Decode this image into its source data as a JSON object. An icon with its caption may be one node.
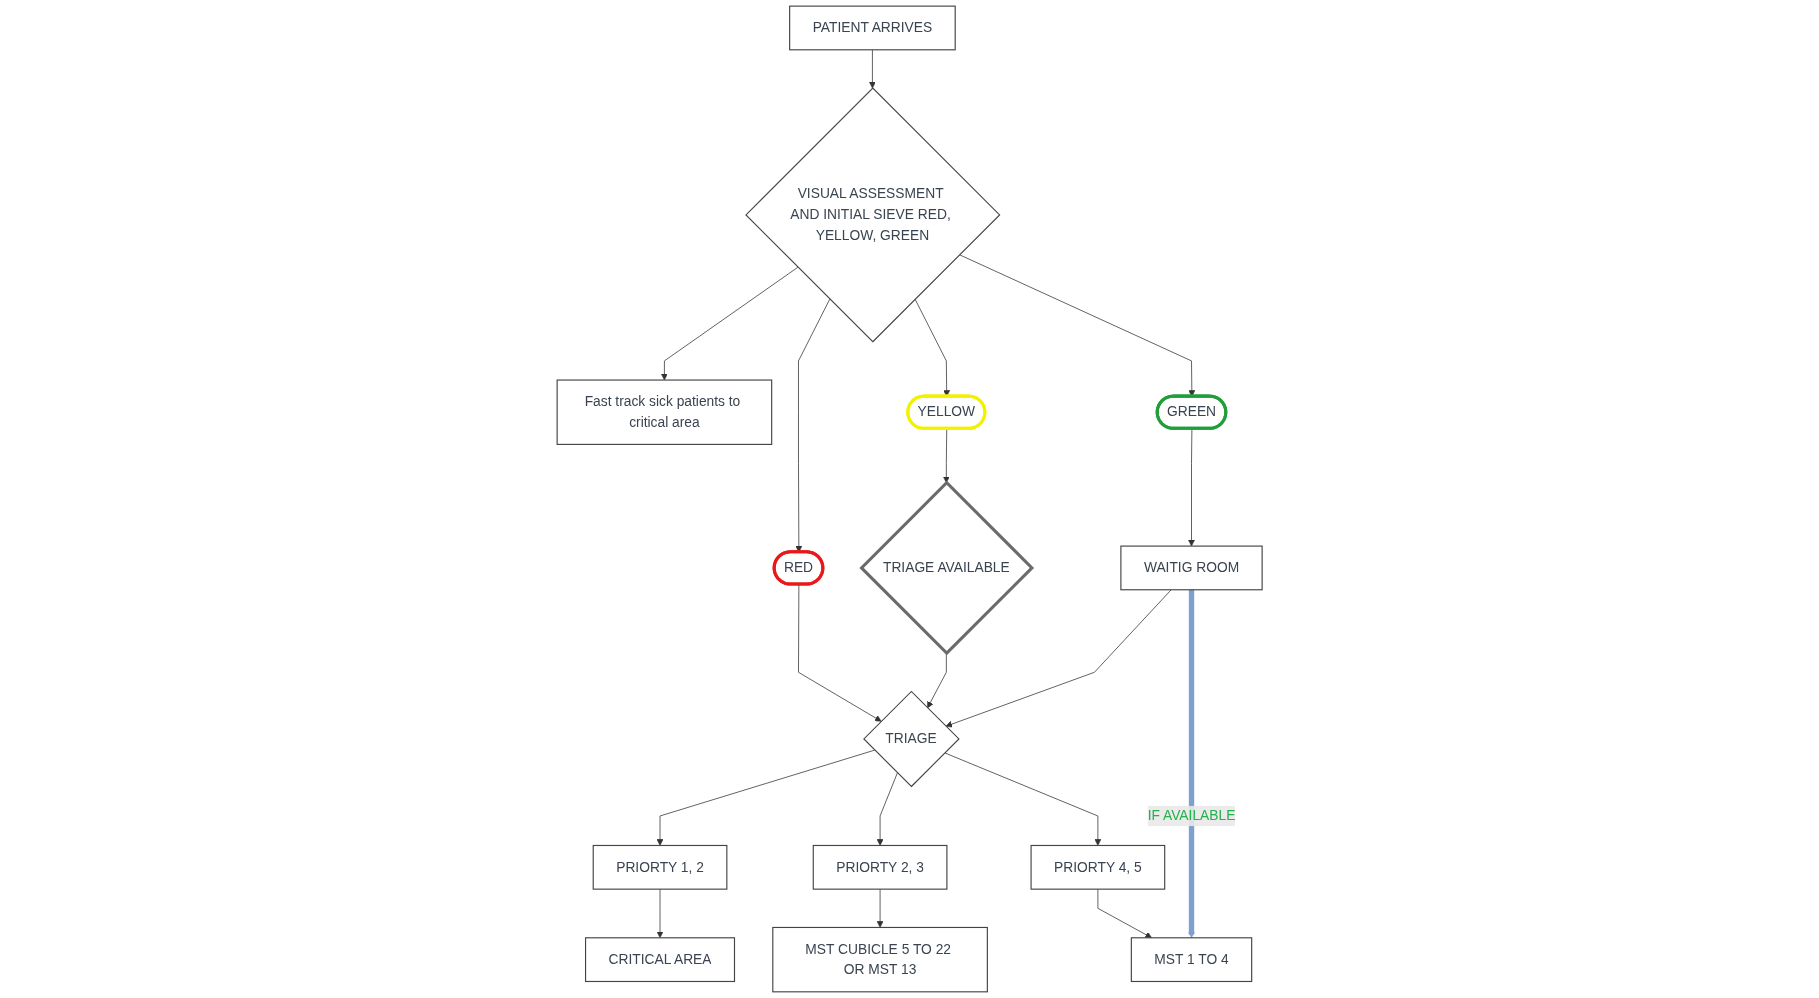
{
  "diagram": {
    "nodes": [
      {
        "text": [
          "PATIENT ARRIVES"
        ]
      },
      {
        "text": [
          "VISUAL ASSESSMENT AND INITIAL SIEVE RED, YELLOW, GREEN"
        ]
      },
      {
        "text": [
          "Fast track sick patients to critical area"
        ]
      },
      {
        "text": [
          "YELLOW"
        ]
      },
      {
        "text": [
          "RED"
        ]
      },
      {
        "text": [
          "GREEN"
        ]
      },
      {
        "text": [
          "WAITIG ROOM"
        ]
      },
      {
        "text": [
          "TRIAGE AVAILABLE"
        ]
      },
      {
        "text": [
          "TRIAGE"
        ]
      },
      {
        "text": [
          "PRIORTY 1, 2"
        ]
      },
      {
        "text": [
          "PRIORTY 2, 3"
        ]
      },
      {
        "text": [
          "PRIORTY 4, 5"
        ]
      },
      {
        "text": [
          "CRITICAL AREA"
        ]
      },
      {
        "text": [
          "MST CUBICLE 5 TO 22 OR MST 13"
        ]
      },
      {
        "text": [
          "MST 1 TO 4"
        ]
      }
    ],
    "edges": [
      {
        "from": 0,
        "to": 1,
        "arrow": "to"
      },
      {
        "from": 1,
        "to": 2,
        "arrow": "to"
      },
      {
        "from": 1,
        "to": 3,
        "arrow": "to"
      },
      {
        "from": 1,
        "to": 4,
        "arrow": "to"
      },
      {
        "from": 1,
        "to": 5,
        "arrow": "to"
      },
      {
        "from": 5,
        "to": 6,
        "arrow": "to"
      },
      {
        "from": 3,
        "to": 7,
        "arrow": "to"
      },
      {
        "from": 4,
        "to": 8,
        "arrow": "to"
      },
      {
        "from": 7,
        "to": 8,
        "arrow": "to"
      },
      {
        "from": 6,
        "to": 8,
        "arrow": "to"
      },
      {
        "from": 8,
        "to": 9,
        "arrow": "to"
      },
      {
        "from": 8,
        "to": 10,
        "arrow": "to"
      },
      {
        "from": 8,
        "to": 11,
        "arrow": "to"
      },
      {
        "from": 9,
        "to": 12,
        "arrow": "to"
      },
      {
        "from": 10,
        "to": 13,
        "arrow": "to"
      },
      {
        "from": 11,
        "to": 14,
        "arrow": "to"
      },
      {
        "from": 6,
        "to": 14,
        "arrow": "to",
        "label": "IF AVAILABLE",
        "style": "thick",
        "color": "#7da0cc"
      }
    ]
  }
}
